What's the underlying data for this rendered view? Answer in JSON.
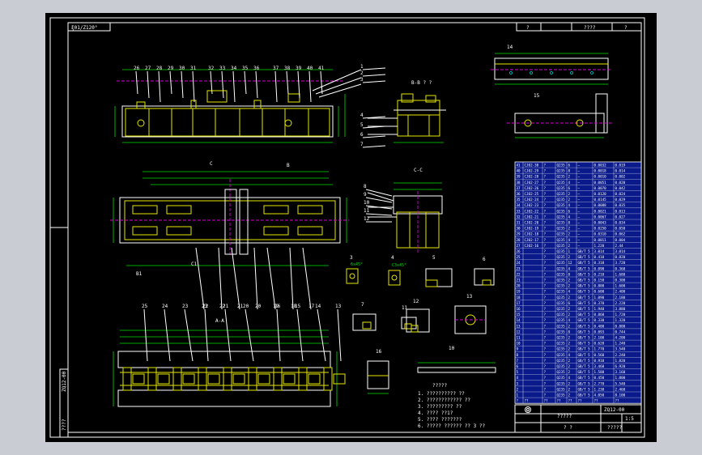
{
  "drawing": {
    "stamp_top_left": "ξ01/Z120°",
    "section_bb": "B-B ? ?",
    "section_cc_right": "C-C",
    "section_aa": "A-A",
    "section_c1": "C1",
    "section_b1": "B1",
    "view_c": "C",
    "view_b": "B",
    "detail_3_angle": "6x45°",
    "detail_4_angle": "C3x45°",
    "notes_title": "?????",
    "notes": [
      "1. ??????????  ??",
      "2. ????????????  ??",
      "3. ?????????  ??",
      "4. ???? ??1?",
      "5. ???? ???????",
      "6. ?????  ?????? ??  3 ??"
    ],
    "balloons_top": [
      "26",
      "27",
      "28",
      "29",
      "30",
      "31",
      "32",
      "33",
      "34",
      "35",
      "36",
      "37",
      "38",
      "39",
      "40",
      "41"
    ],
    "balloons_right_bb": [
      "1",
      "2",
      "3",
      "4",
      "5",
      "6",
      "7"
    ],
    "balloons_cc": [
      "8",
      "9",
      "10",
      "11",
      "12"
    ],
    "balloons_plan": [
      "23",
      "22",
      "21",
      "20",
      "19",
      "18",
      "17"
    ],
    "balloons_aa": [
      "25",
      "24",
      "23",
      "22",
      "21",
      "20",
      "16",
      "15",
      "14",
      "13"
    ],
    "details": [
      "3",
      "4",
      "5",
      "6",
      "7",
      "10",
      "11",
      "12",
      "13",
      "14",
      "15",
      "16"
    ],
    "title_block": {
      "drawing_no": "ZQ12-00",
      "part_name": "?????",
      "scale": "1:5",
      "sheet": "? ?",
      "company": "?????"
    },
    "left_strip": [
      "ZQ12-00",
      "????"
    ],
    "top_strip": [
      "?",
      "????",
      "?"
    ],
    "bom_rows": [
      [
        "41",
        "CJ02-30",
        "?",
        "Q235",
        "6",
        "—",
        "0.0032",
        "0.019"
      ],
      [
        "40",
        "CJ02-29",
        "?",
        "Q235",
        "8",
        "—",
        "0.0018",
        "0.014"
      ],
      [
        "39",
        "CJ02-28",
        "?",
        "Q235",
        "2",
        "—",
        "0.0010",
        "0.002"
      ],
      [
        "38",
        "CJ02-27",
        "?",
        "Q235",
        "4",
        "—",
        "0.0051",
        "0.020"
      ],
      [
        "37",
        "CJ02-26",
        "?",
        "Q235",
        "6",
        "—",
        "0.0070",
        "0.042"
      ],
      [
        "36",
        "CJ02-25",
        "?",
        "Q235",
        "2",
        "—",
        "0.0120",
        "0.024"
      ],
      [
        "35",
        "CJ02-24",
        "?",
        "Q235",
        "2",
        "—",
        "0.0145",
        "0.029"
      ],
      [
        "34",
        "CJ02-23",
        "?",
        "Q235",
        "4",
        "—",
        "0.0088",
        "0.035"
      ],
      [
        "33",
        "CJ02-22",
        "?",
        "Q235",
        "6",
        "—",
        "0.0021",
        "0.013"
      ],
      [
        "32",
        "CJ02-21",
        "?",
        "Q235",
        "4",
        "—",
        "0.0067",
        "0.027"
      ],
      [
        "31",
        "CJ02-20",
        "?",
        "Q235",
        "8",
        "—",
        "0.0043",
        "0.034"
      ],
      [
        "30",
        "CJ02-19",
        "?",
        "Q235",
        "2",
        "—",
        "0.0250",
        "0.050"
      ],
      [
        "29",
        "CJ02-18",
        "?",
        "Q235",
        "2",
        "—",
        "0.0310",
        "0.062"
      ],
      [
        "28",
        "CJ02-17",
        "?",
        "Q235",
        "4",
        "—",
        "0.0011",
        "0.004"
      ],
      [
        "27",
        "CJ02-16",
        "?",
        "Q235",
        "2",
        "—",
        "1.220",
        "2.44"
      ],
      [
        "26",
        "",
        "?",
        "Q235",
        "1",
        "GB/T 5",
        "3.014",
        "3.014"
      ],
      [
        "25",
        "",
        "?",
        "Q235",
        "2",
        "GB/T 5",
        "0.410",
        "0.820"
      ],
      [
        "24",
        "",
        "?",
        "Q235",
        "12",
        "GB/T 5",
        "0.310",
        "3.720"
      ],
      [
        "23",
        "",
        "?",
        "Q235",
        "4",
        "GB/T 5",
        "0.090",
        "0.360"
      ],
      [
        "22",
        "",
        "?",
        "Q235",
        "8",
        "GB/T 5",
        "0.210",
        "1.680"
      ],
      [
        "21",
        "",
        "?",
        "Q235",
        "2",
        "GB/T 5",
        "0.150",
        "0.300"
      ],
      [
        "20",
        "",
        "?",
        "Q235",
        "2",
        "GB/T 5",
        "0.800",
        "1.600"
      ],
      [
        "19",
        "",
        "?",
        "Q235",
        "4",
        "GB/T 5",
        "0.600",
        "2.400"
      ],
      [
        "18",
        "",
        "?",
        "Q235",
        "2",
        "GB/T 5",
        "1.090",
        "2.180"
      ],
      [
        "17",
        "",
        "?",
        "Q235",
        "6",
        "GB/T 5",
        "0.370",
        "2.220"
      ],
      [
        "16",
        "",
        "?",
        "Q235",
        "2",
        "GB/T 5",
        "1.940",
        "3.880"
      ],
      [
        "15",
        "",
        "?",
        "Q235",
        "2",
        "GB/T 5",
        "0.860",
        "1.720"
      ],
      [
        "14",
        "",
        "?",
        "Q235",
        "4",
        "GB/T 5",
        "0.330",
        "1.320"
      ],
      [
        "13",
        "",
        "?",
        "Q235",
        "2",
        "GB/T 5",
        "0.400",
        "0.800"
      ],
      [
        "12",
        "",
        "?",
        "Q235",
        "8",
        "GB/T 5",
        "0.093",
        "0.744"
      ],
      [
        "11",
        "",
        "?",
        "Q235",
        "2",
        "GB/T 5",
        "2.100",
        "4.200"
      ],
      [
        "10",
        "",
        "?",
        "Q235",
        "2",
        "GB/T 5",
        "0.620",
        "1.240"
      ],
      [
        "9",
        "",
        "?",
        "Q235",
        "2",
        "GB/T 5",
        "1.770",
        "3.540"
      ],
      [
        "8",
        "",
        "?",
        "Q235",
        "4",
        "GB/T 5",
        "0.560",
        "2.240"
      ],
      [
        "7",
        "",
        "?",
        "Q235",
        "2",
        "GB/T 5",
        "0.910",
        "1.820"
      ],
      [
        "6",
        "",
        "?",
        "Q235",
        "2",
        "GB/T 5",
        "3.460",
        "6.920"
      ],
      [
        "5",
        "",
        "?",
        "Q235",
        "2",
        "GB/T 5",
        "1.580",
        "3.160"
      ],
      [
        "4",
        "",
        "?",
        "Q235",
        "4",
        "GB/T 5",
        "0.450",
        "1.800"
      ],
      [
        "3",
        "",
        "?",
        "Q235",
        "2",
        "GB/T 5",
        "2.770",
        "5.540"
      ],
      [
        "2",
        "",
        "?",
        "Q235",
        "2",
        "GB/T 5",
        "1.230",
        "2.460"
      ],
      [
        "1",
        "",
        "?",
        "Q235",
        "2",
        "GB/T 5",
        "4.050",
        "8.100"
      ]
    ],
    "bom_header": [
      "?",
      "??",
      "??",
      "??",
      "??",
      "??",
      "??",
      "??"
    ]
  },
  "colors": {
    "background": "#000000",
    "outline": "#ffffff",
    "part": "#e6e600",
    "dimension": "#00e000",
    "centerline": "#d000d0",
    "bom_fill": "#0a1a8a"
  }
}
